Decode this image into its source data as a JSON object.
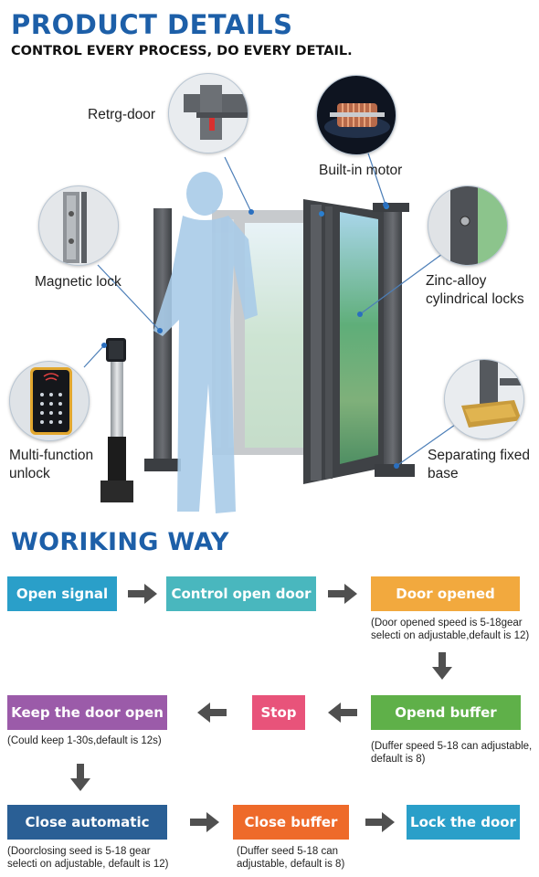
{
  "header": {
    "title": "PRODUCT DETAILS",
    "subtitle": "CONTROL EVERY PROCESS, DO EVERY DETAIL."
  },
  "callouts": {
    "retrg_door": "Retrg-door",
    "built_in_motor": "Built-in motor",
    "magnetic_lock_": "Magnetic lock",
    "zinc_line1": "Zinc-alloy",
    "zinc_line2": "cylindrical locks",
    "multi_line1": "Multi-function",
    "multi_line2": "unlock",
    "sep_line1": "Separating fixed",
    "sep_line2": "base"
  },
  "working": {
    "title": "WORIKING WAY",
    "steps": {
      "open_signal": "Open signal",
      "control_open_door": "Control open door",
      "door_opened": "Door opened",
      "opend_buffer": "Opend buffer",
      "stop": "Stop",
      "keep_open": "Keep the door open",
      "close_automatic": "Close automatic",
      "close_buffer": "Close buffer",
      "lock_door": "Lock the door"
    },
    "notes": {
      "door_opened_1": "(Door opened speed is 5-18gear",
      "door_opened_2": "selecti on adjustable,default is 12)",
      "opend_buffer_1": "(Duffer speed 5-18 can adjustable,",
      "opend_buffer_2": "default is 8)",
      "keep_open_1": "(Could keep 1-30s,default is 12s)",
      "close_auto_1": "(Doorclosing seed is 5-18 gear",
      "close_auto_2": "selecti on adjustable, default is 12)",
      "close_buffer_1": "(Duffer seed 5-18 can",
      "close_buffer_2": "adjustable, default is 8)"
    },
    "colors": {
      "open_signal": "#2a9fc9",
      "control_open_door": "#49b7be",
      "door_opened": "#f2a93e",
      "opend_buffer": "#5fb049",
      "stop": "#e8537a",
      "keep_open": "#9b5ba9",
      "close_automatic": "#2a5f95",
      "close_buffer": "#ee6a2a",
      "lock_door": "#2a9fc9",
      "arrow": "#505050"
    }
  }
}
